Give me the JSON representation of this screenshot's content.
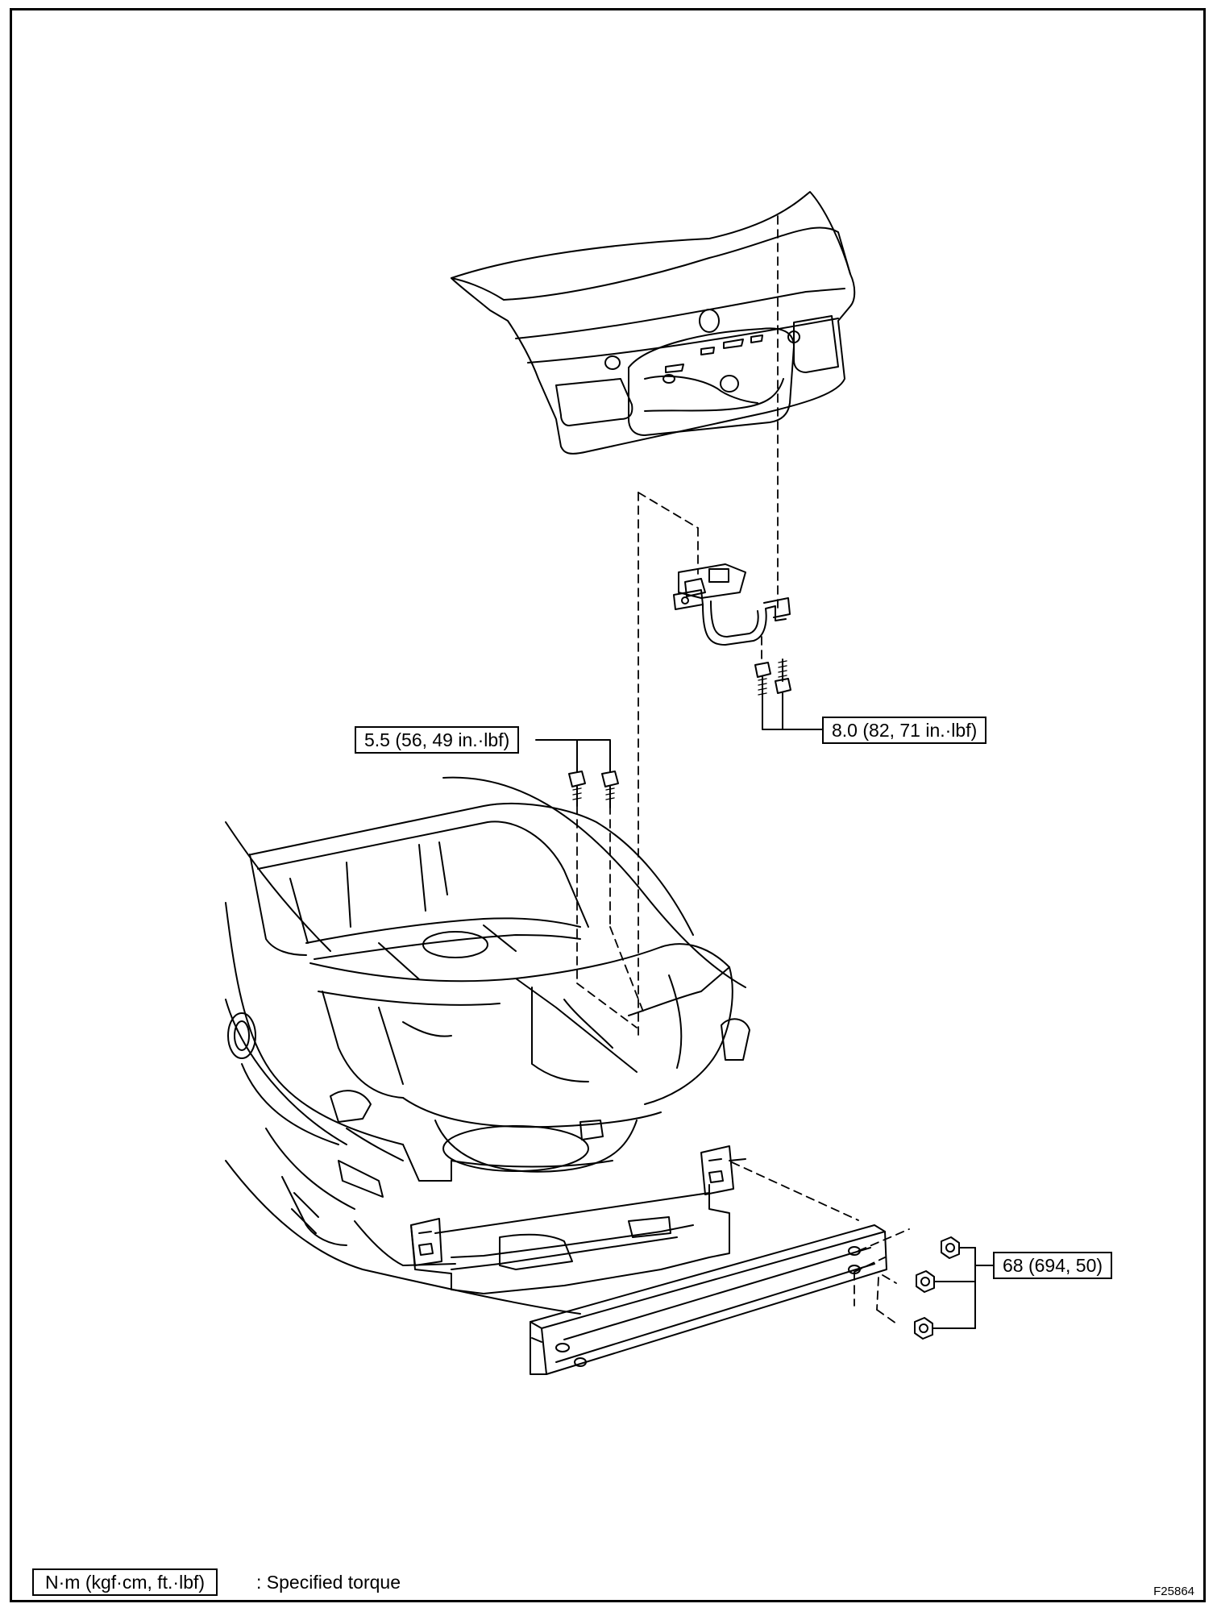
{
  "torque_callouts": {
    "latch_bolts": "5.5 (56, 49 in.·lbf)",
    "hinge_bolts": "8.0 (82, 71 in.·lbf)",
    "reinforcement_nuts": "68 (694, 50)"
  },
  "legend": {
    "unit_box": "N·m (kgf·cm, ft.·lbf)",
    "description": ": Specified torque"
  },
  "figure_id": "F25864",
  "icons": [
    "trunk-lid",
    "hinge",
    "bolt",
    "nut",
    "vehicle-body",
    "bumper-reinforcement"
  ]
}
